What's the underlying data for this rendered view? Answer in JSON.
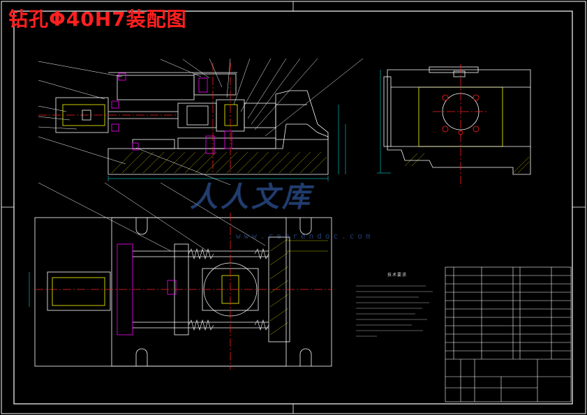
{
  "title": "钻孔Φ40H7装配图",
  "watermark": {
    "text": "人人文库",
    "url": "www.renrendoc.com"
  },
  "notes_heading": "技术要求",
  "colors": {
    "background": "#000000",
    "title": "#ff2020",
    "outline": "#ffffff",
    "hidden": "#ffff00",
    "center": "#ff2020",
    "dimension": "#00ffff",
    "hatch": "#ffff00",
    "accent": "#ff00ff"
  }
}
